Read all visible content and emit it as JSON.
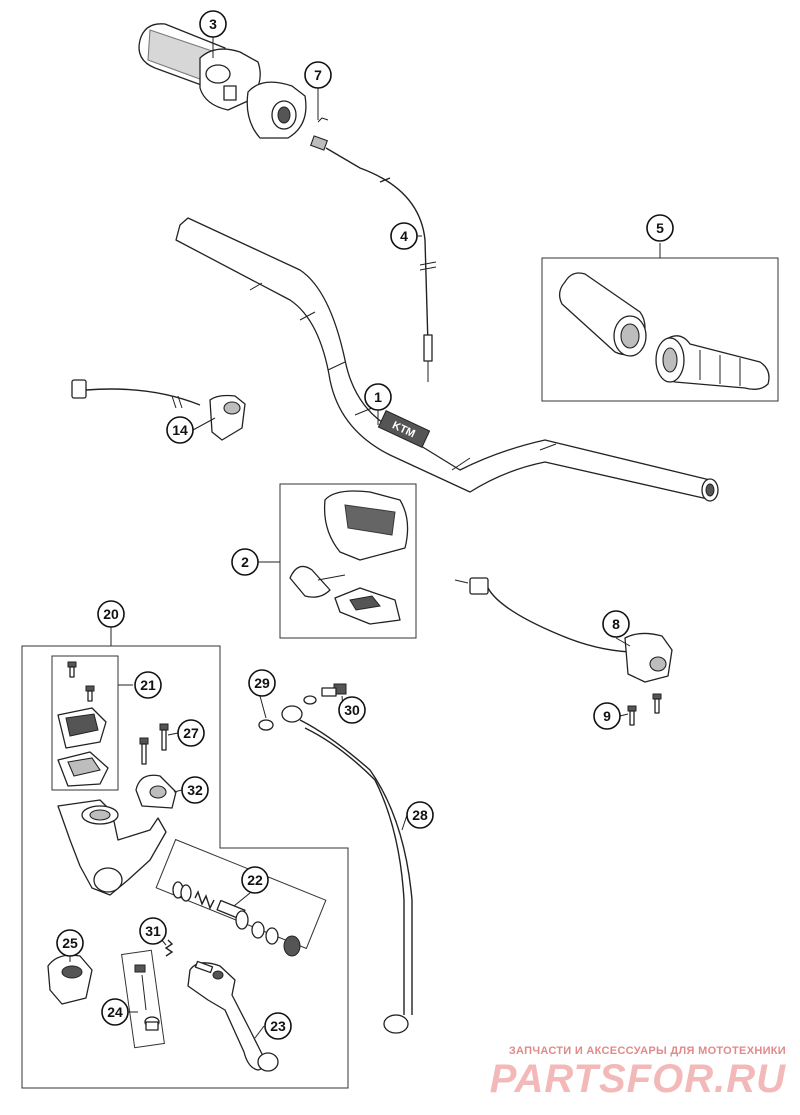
{
  "diagram": {
    "type": "exploded-parts-diagram",
    "subject": "handlebar assembly",
    "callouts": [
      "1",
      "2",
      "3",
      "4",
      "5",
      "7",
      "8",
      "9",
      "14",
      "20",
      "21",
      "22",
      "23",
      "24",
      "25",
      "27",
      "28",
      "29",
      "30",
      "31",
      "32"
    ],
    "logo_text_on_part": "KTM"
  },
  "watermark": {
    "caption": "ЗАПЧАСТИ И АКСЕССУАРЫ ДЛЯ МОТОТЕХНИКИ",
    "logo": "PARTSFOR.RU"
  },
  "colors": {
    "line": "#222222",
    "background": "#ffffff",
    "watermark": "#f3b9b9"
  }
}
